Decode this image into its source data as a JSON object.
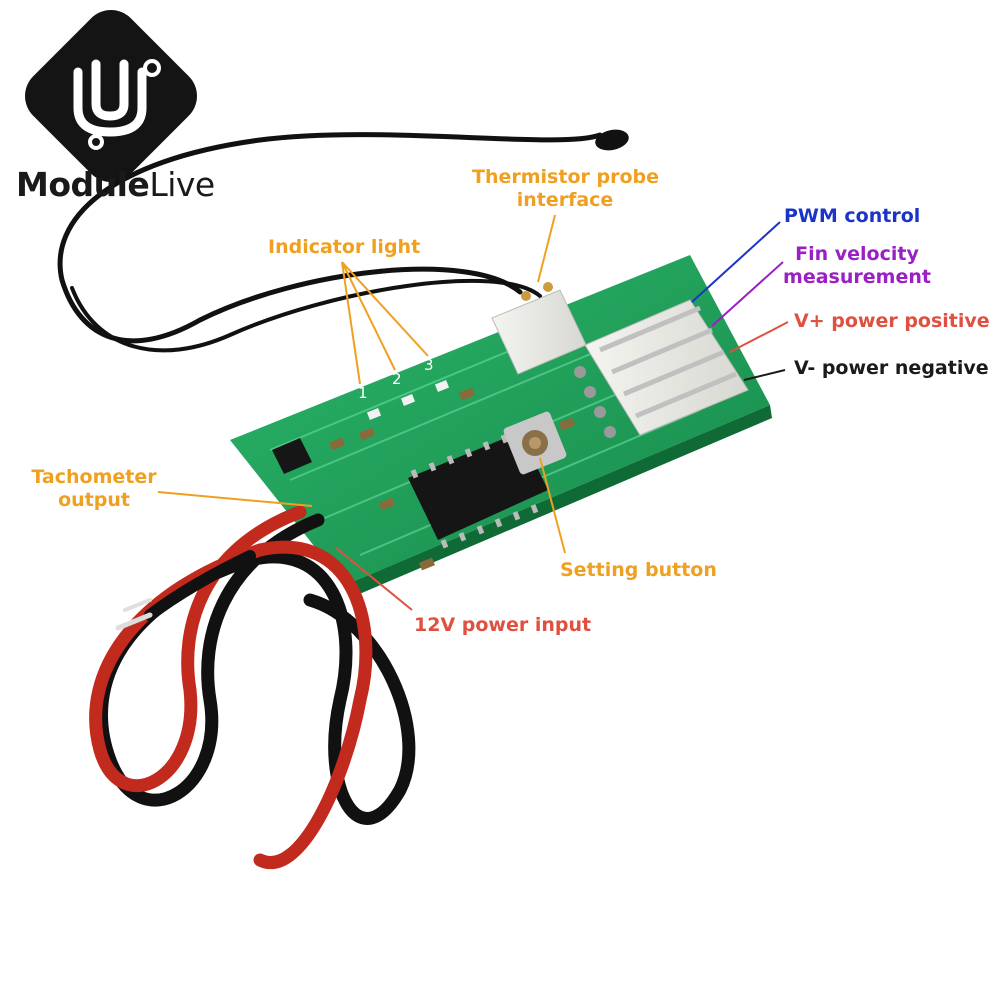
{
  "brand": {
    "name_bold": "Module",
    "name_light": "Live"
  },
  "colors": {
    "orange": "#f0a020",
    "blue": "#1a34c8",
    "purple": "#9a1fc4",
    "red": "#e05040",
    "black": "#1a1a1a",
    "pcb_green": "#1e9a55"
  },
  "labels": {
    "thermistor_line1": "Thermistor probe",
    "thermistor_line2": "interface",
    "indicator": "Indicator light",
    "pwm": "PWM control",
    "fin_line1": "Fin velocity",
    "fin_line2": "measurement",
    "vplus": "V+ power positive",
    "vminus": "V- power negative",
    "tach_line1": "Tachometer",
    "tach_line2": "output",
    "setting": "Setting button",
    "power_input": "12V power input"
  },
  "silkscreen": [
    "1",
    "2",
    "3"
  ]
}
